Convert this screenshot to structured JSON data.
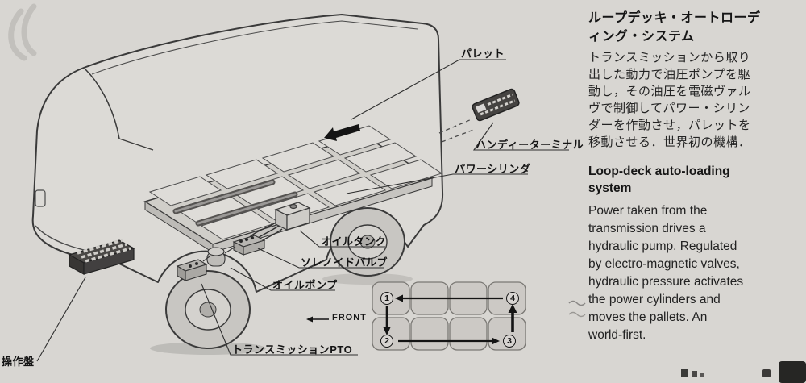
{
  "diagram": {
    "labels": {
      "pallet": "パレット",
      "handy_terminal": "ハンディーターミナル",
      "power_cylinder": "パワーシリンダ",
      "oil_tank": "オイルタンク",
      "solenoid_valve": "ソレノイドバルブ",
      "oil_pump": "オイルポンプ",
      "transmission_pto": "トランスミッションPTO",
      "control_panel": "操作盤"
    },
    "schematic": {
      "front_label": "FRONT",
      "steps": [
        "1",
        "2",
        "3",
        "4"
      ]
    }
  },
  "sidebar": {
    "jp_title": [
      "ループデッキ・オートローデ",
      "ィング・システム"
    ],
    "jp_body": [
      "トランスミッションから取り",
      "出した動力で油圧ポンプを駆",
      "動し，その油圧を電磁ヴァル",
      "ヴで制御してパワー・シリン",
      "ダーを作動させ，パレットを",
      "移動させる．世界初の機構．"
    ],
    "en_title": [
      "Loop-deck auto-loading",
      "system"
    ],
    "en_body": [
      "Power taken from the",
      "transmission drives a",
      "hydraulic pump. Regulated",
      "by electro-magnetic valves,",
      "hydraulic pressure activates",
      "the power cylinders and",
      "moves the pallets. An",
      "world-first."
    ]
  }
}
